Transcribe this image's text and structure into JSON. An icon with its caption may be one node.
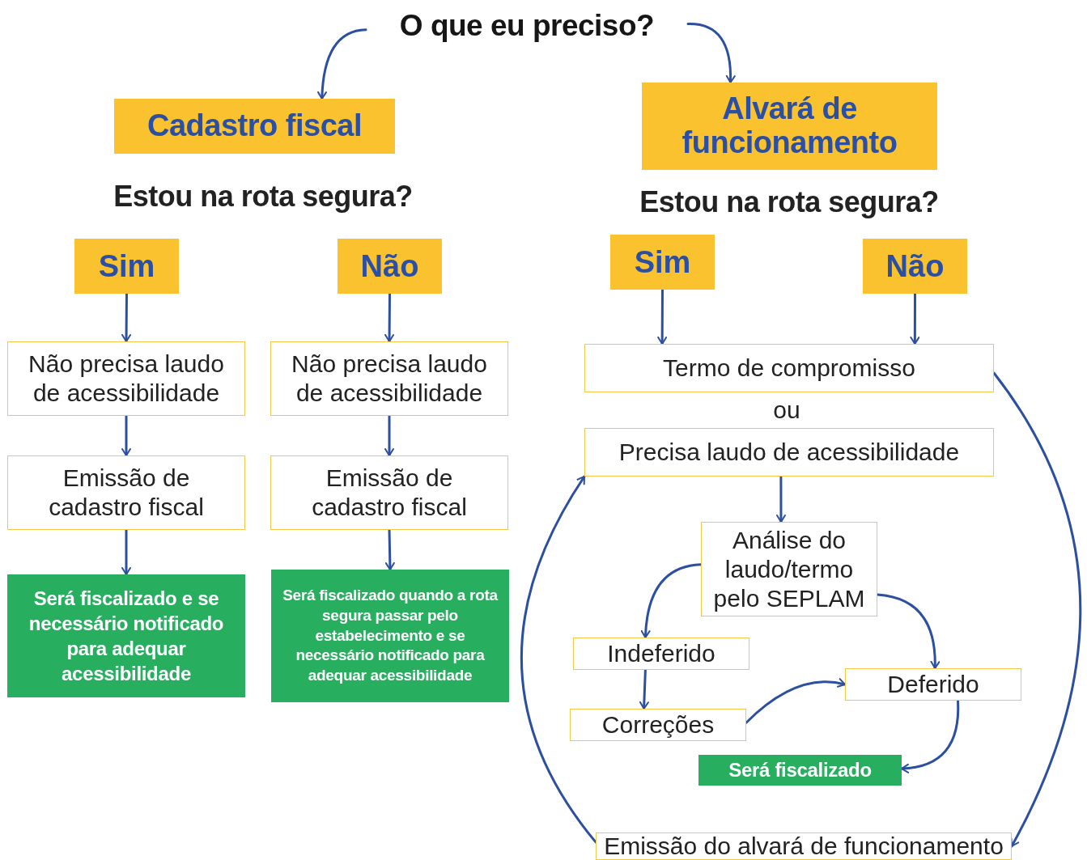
{
  "diagram": {
    "nodes": [
      {
        "text": [
          "O que eu preciso?"
        ]
      },
      {
        "text": [
          "Cadastro fiscal"
        ]
      },
      {
        "text": [
          "Alvará de funcionamento"
        ]
      },
      {
        "text": [
          "Sim"
        ]
      },
      {
        "text": [
          "Não"
        ]
      },
      {
        "text": [
          "Sim"
        ]
      },
      {
        "text": [
          "Não"
        ]
      },
      {
        "text": [
          "Não precisa laudo de acessibilidade"
        ]
      },
      {
        "text": [
          "Não precisa laudo de acessibilidade"
        ]
      },
      {
        "text": [
          "Termo de compromisso"
        ]
      },
      {
        "text": [
          "Emissão de cadastro fiscal"
        ]
      },
      {
        "text": [
          "Emissão de cadastro fiscal"
        ]
      },
      {
        "text": [
          "Será fiscalizado e se necessário notificado para adequar acessibilidade"
        ]
      },
      {
        "text": [
          "Será fiscalizado quando a rota segura passar pelo estabelecimento e se necessário notificado para adequar acessibilidade"
        ]
      },
      {
        "text": [
          "Precisa laudo de acessibilidade"
        ]
      },
      {
        "text": [
          "Análise do laudo/termo pelo SEPLAM"
        ]
      },
      {
        "text": [
          "Indeferido"
        ]
      },
      {
        "text": [
          "Deferido"
        ]
      },
      {
        "text": [
          "Correções"
        ]
      },
      {
        "text": [
          "Será fiscalizado"
        ]
      },
      {
        "text": [
          "Emissão do alvará de funcionamento"
        ]
      }
    ],
    "edges": [
      {
        "from": 0,
        "to": 1,
        "arrow": "to"
      },
      {
        "from": 0,
        "to": 2,
        "arrow": "to"
      },
      {
        "from": 3,
        "to": 7,
        "arrow": "to"
      },
      {
        "from": 4,
        "to": 8,
        "arrow": "to"
      },
      {
        "from": 7,
        "to": 10,
        "arrow": "to"
      },
      {
        "from": 8,
        "to": 11,
        "arrow": "to"
      },
      {
        "from": 10,
        "to": 12,
        "arrow": "to"
      },
      {
        "from": 11,
        "to": 13,
        "arrow": "to"
      },
      {
        "from": 5,
        "to": 9,
        "arrow": "to"
      },
      {
        "from": 6,
        "to": 9,
        "arrow": "to"
      },
      {
        "from": 14,
        "to": 15,
        "arrow": "to"
      },
      {
        "from": 15,
        "to": 16,
        "arrow": "to"
      },
      {
        "from": 15,
        "to": 17,
        "arrow": "to"
      },
      {
        "from": 16,
        "to": 18,
        "arrow": "to"
      },
      {
        "from": 18,
        "to": 17,
        "arrow": "to"
      },
      {
        "from": 17,
        "to": 19,
        "arrow": "to"
      },
      {
        "from": 9,
        "to": 20,
        "arrow": "to"
      },
      {
        "from": 20,
        "to": 14,
        "arrow": "to"
      }
    ],
    "labels": [
      "Estou na rota segura?",
      "Estou na rota segura?",
      "ou"
    ]
  }
}
